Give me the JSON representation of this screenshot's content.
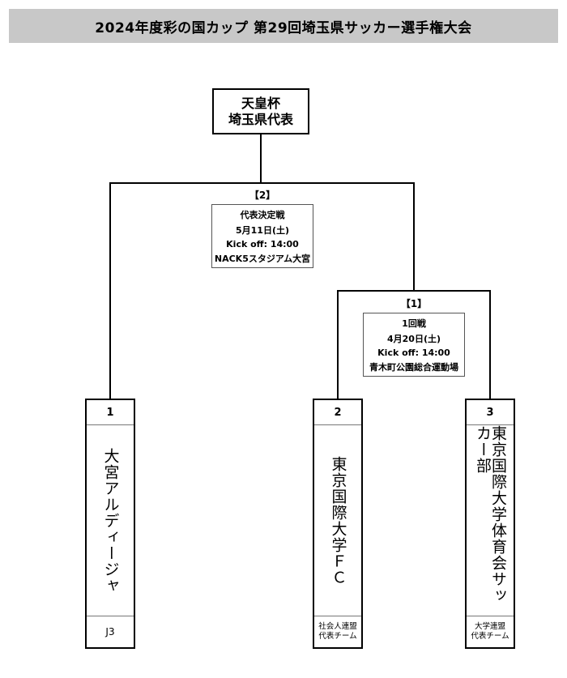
{
  "title": "2024年度彩の国カップ 第29回埼玉県サッカー選手権大会",
  "champion": {
    "line1": "天皇杯",
    "line2": "埼玉県代表"
  },
  "final": {
    "label": "【2】",
    "round": "代表決定戦",
    "date": "5月11日(土)",
    "kickoff": "Kick off: 14:00",
    "venue": "NACK5スタジアム大宮"
  },
  "first_round": {
    "label": "【1】",
    "round": "1回戦",
    "date": "4月20日(土)",
    "kickoff": "Kick off: 14:00",
    "venue": "青木町公園総合運動場"
  },
  "teams": [
    {
      "seed": "1",
      "name": "大宮アルディージャ",
      "category": "J3"
    },
    {
      "seed": "2",
      "name": "東京国際大学ＦＣ",
      "category": "社会人連盟\n代表チーム"
    },
    {
      "seed": "3",
      "name": "東京国際大学体育会サッカー部",
      "category": "大学連盟\n代表チーム"
    }
  ]
}
